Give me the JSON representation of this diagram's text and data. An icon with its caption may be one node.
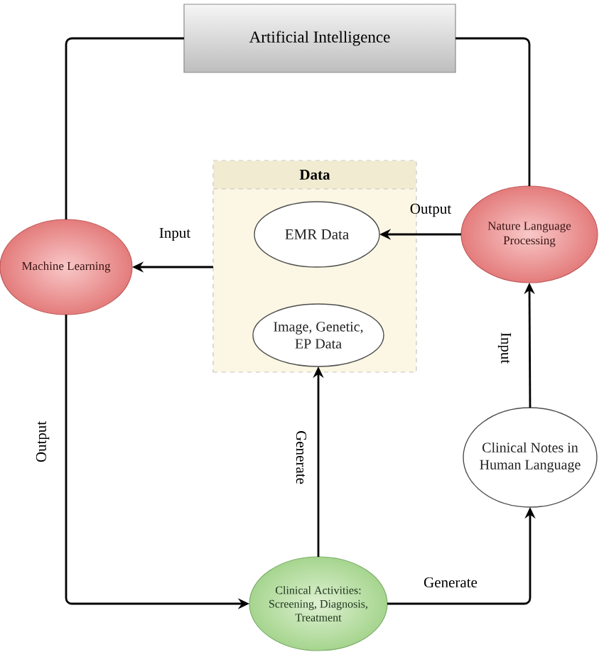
{
  "diagram": {
    "nodes": [
      {
        "text": [
          "Artificial Intelligence"
        ]
      },
      {
        "text": [
          "Data"
        ]
      },
      {
        "text": [
          "EMR Data"
        ],
        "in": 1
      },
      {
        "text": [
          "Image, Genetic, EP Data"
        ],
        "in": 1
      },
      {
        "text": [
          "Machine Learning"
        ]
      },
      {
        "text": [
          "Nature Language Processing"
        ]
      },
      {
        "text": [
          "Clinical Notes in Human Language"
        ]
      },
      {
        "text": [
          "Clinical Activities: Screening, Diagnosis, Treatment"
        ]
      }
    ],
    "edges": [
      {
        "from": 0,
        "to": 4,
        "arrow": "none"
      },
      {
        "from": 0,
        "to": 5,
        "arrow": "none"
      },
      {
        "from": 1,
        "to": 4,
        "arrow": "to",
        "label": "Input"
      },
      {
        "from": 5,
        "to": 2,
        "arrow": "to",
        "label": "Output"
      },
      {
        "from": 6,
        "to": 5,
        "arrow": "to",
        "label": "Input"
      },
      {
        "from": 4,
        "to": 7,
        "arrow": "to",
        "label": "Output"
      },
      {
        "from": 7,
        "to": 3,
        "arrow": "to",
        "label": "Generate"
      },
      {
        "from": 7,
        "to": 6,
        "arrow": "to",
        "label": "Generate"
      }
    ]
  }
}
